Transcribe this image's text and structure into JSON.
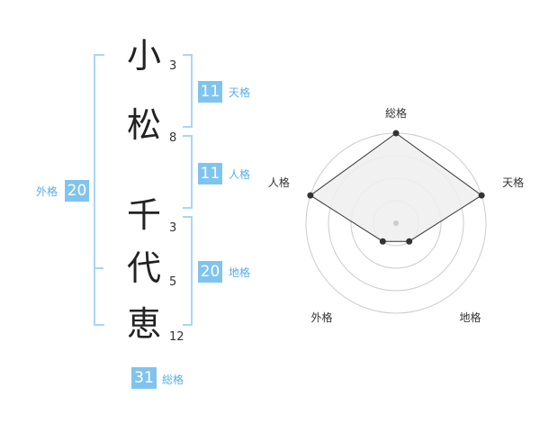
{
  "name": {
    "chars": [
      {
        "char": "小",
        "strokes": "3"
      },
      {
        "char": "松",
        "strokes": "8"
      },
      {
        "char": "千",
        "strokes": "3"
      },
      {
        "char": "代",
        "strokes": "5"
      },
      {
        "char": "恵",
        "strokes": "12"
      }
    ]
  },
  "fortunes": {
    "tenkaku": {
      "value": "11",
      "label": "天格"
    },
    "jinkaku": {
      "value": "11",
      "label": "人格"
    },
    "chikaku": {
      "value": "20",
      "label": "地格"
    },
    "gaikaku": {
      "value": "20",
      "label": "外格"
    },
    "soukaku": {
      "value": "31",
      "label": "総格"
    }
  },
  "chart_data": {
    "type": "radar",
    "axes": [
      "総格",
      "天格",
      "地格",
      "外格",
      "人格"
    ],
    "values": [
      4,
      4,
      1,
      1,
      4
    ],
    "range": [
      0,
      4
    ],
    "rings": 4,
    "colors": {
      "fill": "#eeeeee",
      "line": "#333333",
      "ring": "#cccccc",
      "center": "#cccccc"
    }
  }
}
